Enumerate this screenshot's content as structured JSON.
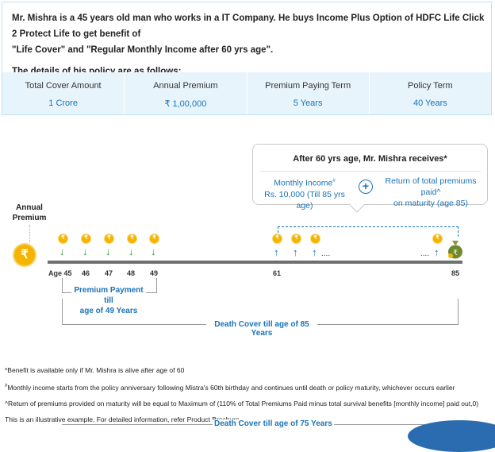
{
  "intro": {
    "line1": "Mr. Mishra is a 45 years old man who works in a IT Company. He buys Income Plus Option of HDFC Life Click 2 Protect Life to get benefit of",
    "line2": "\"Life Cover\" and \"Regular Monthly Income after 60 yrs age\".",
    "details": "The details of his policy are as follows:"
  },
  "policy_table": [
    {
      "label": "Total Cover Amount",
      "value": "1 Crore"
    },
    {
      "label": "Annual Premium",
      "value": "₹ 1,00,000"
    },
    {
      "label": "Premium Paying Term",
      "value": "5 Years"
    },
    {
      "label": "Policy Term",
      "value": "40 Years"
    }
  ],
  "callout": {
    "title": "After 60 yrs age, Mr. Mishra receives*",
    "left_line1": "Monthly Income",
    "left_mark": "#",
    "left_line2": "Rs. 10,000 (Till 85 yrs age)",
    "plus": "+",
    "right_line1": "Return of total premiums paid^",
    "right_line2": "on maturity (age 85)"
  },
  "timeline": {
    "annual_premium_label_1": "Annual",
    "annual_premium_label_2": "Premium",
    "coin_symbol": "₹",
    "ages": [
      "Age 45",
      "46",
      "47",
      "48",
      "49",
      "61",
      "85"
    ],
    "dots": "....",
    "premium_payment_1": "Premium Payment till",
    "premium_payment_2": "age of 49 Years",
    "death_cover": "Death Cover till age of 85 Years"
  },
  "footnotes": {
    "f1": "*Benefit is available only if Mr. Mishra is alive after age of 60",
    "f2_mark": "#",
    "f2": "Monthly income starts from the policy anniversary following Mistra's 60th birthday and continues until death or policy maturity, whichever occurs earlier",
    "f3": "^Return of premiums provided on maturity will be equal to Maximum of (110% of Total Premiums Paid minus total survival benefits [monthly income] paid out,0)",
    "f4": "This is an illustrative example. For detailed information, refer Product Brochure."
  },
  "cut_off_label": "Death Cover till age of 75 Years",
  "colors": {
    "accent_blue": "#1a73b8",
    "coin_gold": "#f5b400",
    "arrow_green": "#2e9b2e",
    "band": "#e8f4fb"
  }
}
